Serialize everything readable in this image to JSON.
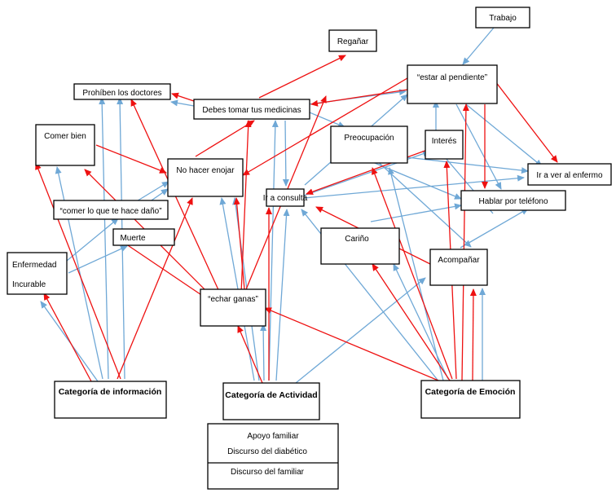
{
  "nodes": {
    "trabajo": "Trabajo",
    "reganar": "Regañar",
    "estar_pendiente": "“estar al pendiente”",
    "prohiben": "Prohíben los doctores",
    "debes_tomar": "Debes tomar tus medicinas",
    "comer_bien": "Comer bien",
    "no_enojar": "No hacer enojar",
    "preocupacion": "Preocupación",
    "interes": "Interés",
    "ir_ver": "Ir a ver al enfermo",
    "ir_consulta": "Ir a consulta",
    "hablar_tel": "Hablar por teléfono",
    "comer_dano": "“comer lo que te hace daño”",
    "muerte": "Muerte",
    "carino": "Cariño",
    "acompanar": "Acompañar",
    "enfermedad_1": "Enfermedad",
    "enfermedad_2": "Incurable",
    "echar_ganas": "“echar ganas”",
    "cat_info": "Categoría de información",
    "cat_act": "Categoría de Actividad",
    "cat_emo": "Categoría de Emoción"
  },
  "legend": {
    "title": "Apoyo familiar",
    "blue_label": "Discurso del diabético",
    "red_label": "Discurso del familiar"
  },
  "colors": {
    "blue_arrow": "#6fa8d6",
    "red_arrow": "#ee1111",
    "box_border": "#000000"
  }
}
